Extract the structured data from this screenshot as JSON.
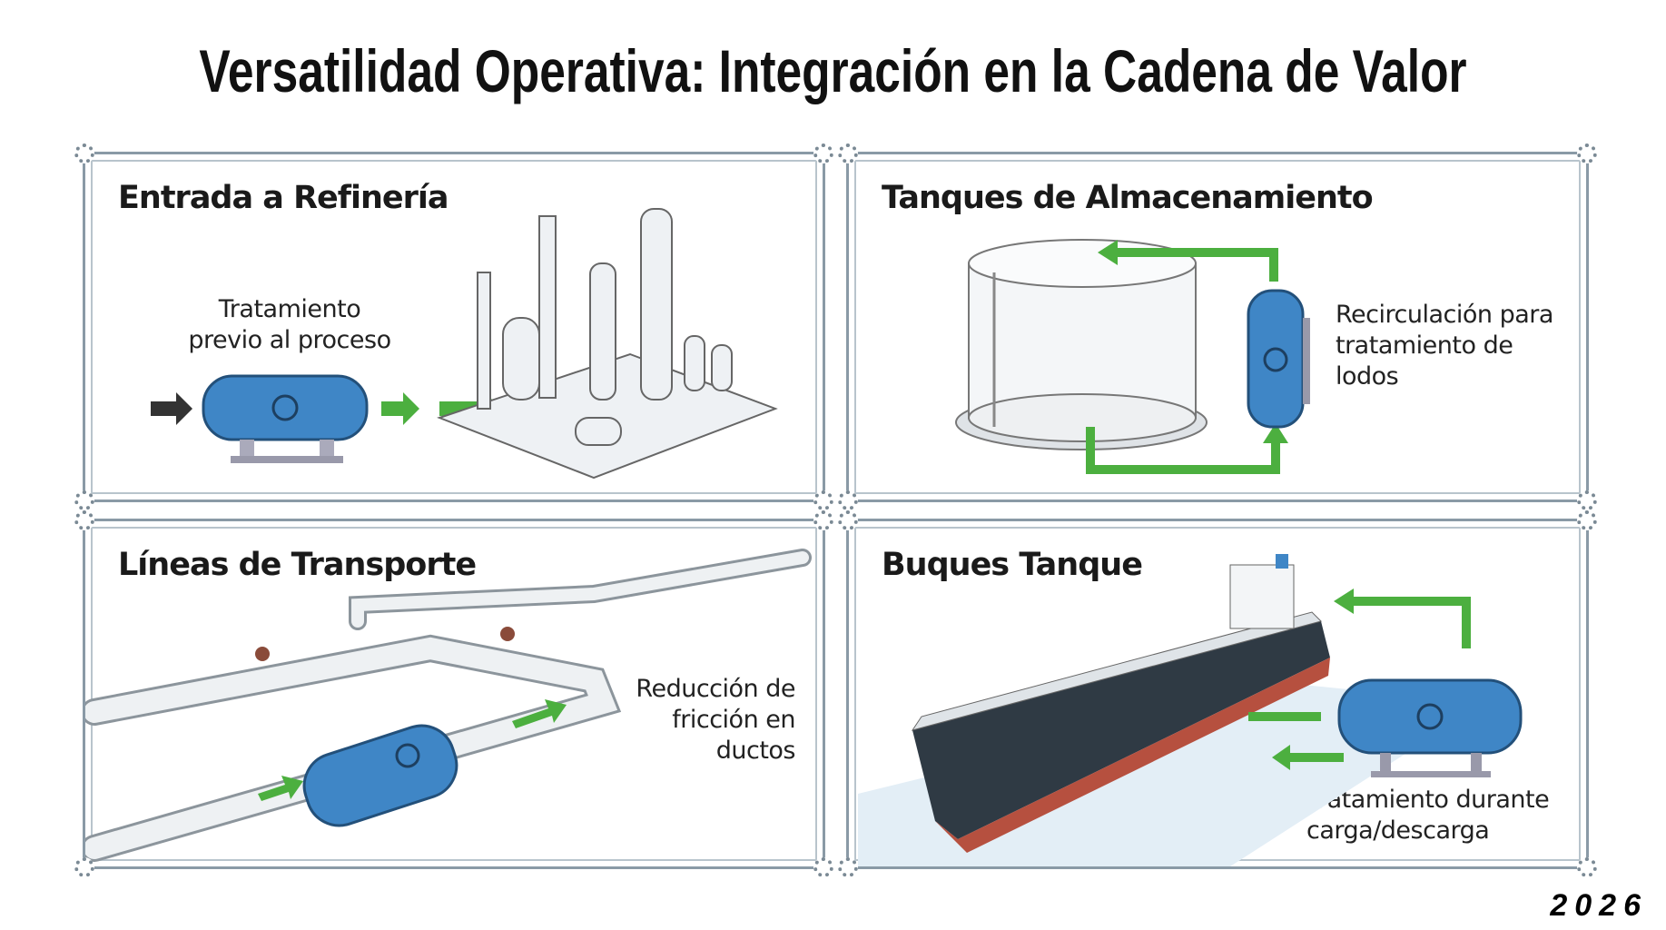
{
  "title": "Versatilidad Operativa: Integración en la Cadena de Valor",
  "panels": [
    {
      "heading": "Entrada a Refinería",
      "caption": [
        "Tratamiento",
        "previo al proceso"
      ]
    },
    {
      "heading": "Tanques de Almacenamiento",
      "caption": [
        "Recirculación para",
        "tratamiento de",
        "lodos"
      ]
    },
    {
      "heading": "Líneas de Transporte",
      "caption": [
        "Reducción de",
        "fricción en",
        "ductos"
      ]
    },
    {
      "heading": "Buques Tanque",
      "caption": [
        "Tratamiento durante",
        "carga/descarga"
      ]
    }
  ],
  "year": "2026",
  "colors": {
    "vessel": "#3f86c6",
    "arrow": "#4caf3f",
    "frame": "#8a9aa6"
  }
}
